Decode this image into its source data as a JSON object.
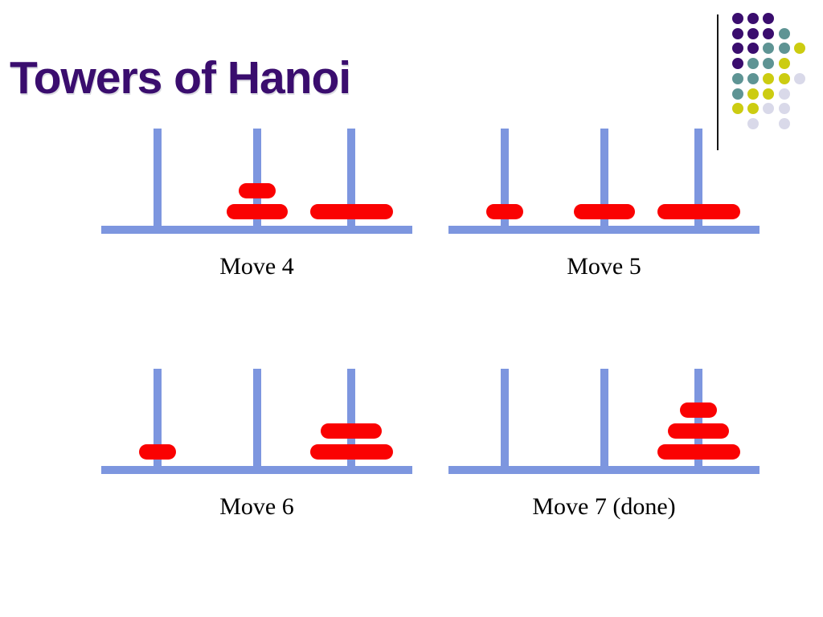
{
  "slide": {
    "title": "Towers of Hanoi",
    "title_color": "#3A0D6E",
    "background_color": "#FFFFFF"
  },
  "decoration": {
    "line_color": "#161616",
    "dot_colors": {
      "purple": "#3A0D6E",
      "teal": "#5E9494",
      "yellow": "#CCCC11",
      "lavender": "#D9D9E9"
    },
    "dot_pattern": [
      [
        "purple",
        "purple",
        "purple",
        null,
        null
      ],
      [
        "purple",
        "purple",
        "purple",
        "teal",
        null
      ],
      [
        "purple",
        "purple",
        "teal",
        "teal",
        "yellow"
      ],
      [
        "purple",
        "teal",
        "teal",
        "yellow",
        null
      ],
      [
        "teal",
        "teal",
        "yellow",
        "yellow",
        "lavender"
      ],
      [
        "teal",
        "yellow",
        "yellow",
        "lavender",
        null
      ],
      [
        "yellow",
        "yellow",
        "lavender",
        "lavender",
        null
      ],
      [
        null,
        "lavender",
        null,
        "lavender",
        null
      ]
    ]
  },
  "hanoi": {
    "colors": {
      "peg": "#7D96DF",
      "disk": "#FA0202",
      "label_text": "#000000"
    },
    "panels": [
      {
        "label": "Move 4",
        "pegs": [
          [],
          [
            "medium",
            "small"
          ],
          [
            "large"
          ]
        ]
      },
      {
        "label": "Move 5",
        "pegs": [
          [
            "small"
          ],
          [
            "medium"
          ],
          [
            "large"
          ]
        ]
      },
      {
        "label": "Move 6",
        "pegs": [
          [
            "small"
          ],
          [],
          [
            "large",
            "medium"
          ]
        ]
      },
      {
        "label": "Move 7 (done)",
        "pegs": [
          [],
          [],
          [
            "large",
            "medium",
            "small"
          ]
        ]
      }
    ]
  }
}
